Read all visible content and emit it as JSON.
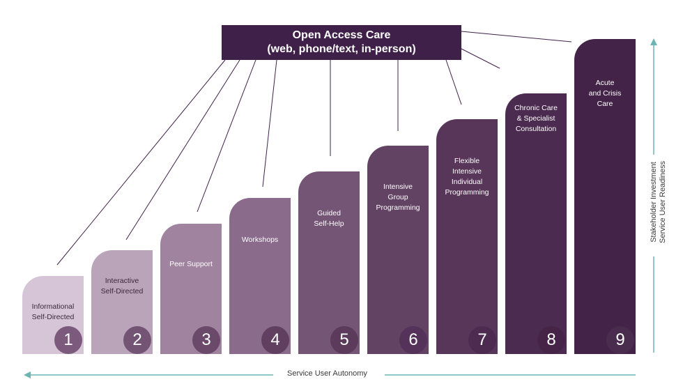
{
  "header": {
    "line1": "Open Access Care",
    "line2": "(web, phone/text, in-person)"
  },
  "steps": [
    {
      "number": "1",
      "label": "Informational\nSelf-Directed"
    },
    {
      "number": "2",
      "label": "Interactive\nSelf-Directed"
    },
    {
      "number": "3",
      "label": "Peer Support"
    },
    {
      "number": "4",
      "label": "Workshops"
    },
    {
      "number": "5",
      "label": "Guided\nSelf-Help"
    },
    {
      "number": "6",
      "label": "Intensive\nGroup\nProgramming"
    },
    {
      "number": "7",
      "label": "Flexible\nIntensive\nIndividual\nProgramming"
    },
    {
      "number": "8",
      "label": "Chronic Care\n& Specialist\nConsultation"
    },
    {
      "number": "9",
      "label": "Acute\nand Crisis\nCare"
    }
  ],
  "axes": {
    "horizontal": "Service User Autonomy",
    "vertical_line1": "Stakeholder Investment",
    "vertical_line2": "Service User Readiness"
  },
  "colors": {
    "header_bg": "#3f2048",
    "arrow": "#6bb5b3",
    "connector": "#3f2048"
  }
}
